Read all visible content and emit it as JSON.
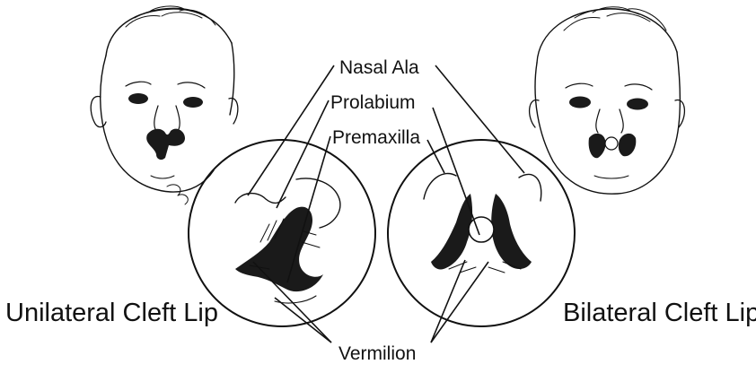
{
  "labels": {
    "nasal_ala": "Nasal Ala",
    "prolabium": "Prolabium",
    "premaxilla": "Premaxilla",
    "vermilion": "Vermilion",
    "unilateral": "Unilateral Cleft Lip",
    "bilateral": "Bilateral Cleft Lip"
  },
  "colors": {
    "ink": "#111111",
    "background": "#ffffff"
  }
}
